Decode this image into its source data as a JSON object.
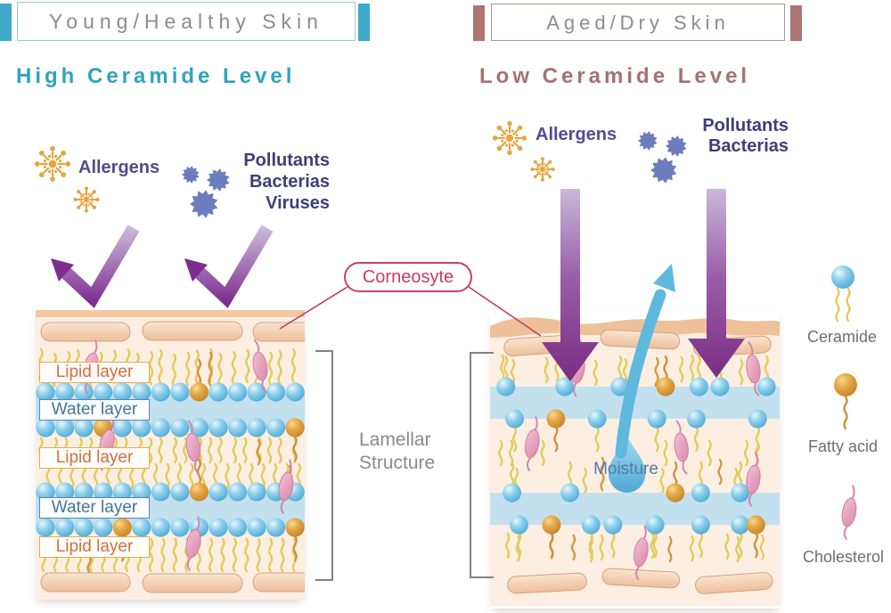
{
  "headers": {
    "left": {
      "title": "Young/Healthy Skin",
      "subtitle": "High Ceramide Level",
      "accent": "#3fa9c9",
      "subtitle_color": "#2fa3c0"
    },
    "right": {
      "title": "Aged/Dry Skin",
      "subtitle": "Low Ceramide Level",
      "accent": "#ad7474",
      "subtitle_color": "#a57171"
    }
  },
  "pathogens": {
    "left": {
      "allergens_label": "Allergens",
      "threat_lines": [
        "Pollutants",
        "Bacterias",
        "Viruses"
      ]
    },
    "right": {
      "allergens_label": "Allergens",
      "threat_lines": [
        "Pollutants",
        "Bacterias"
      ]
    }
  },
  "annotations": {
    "corneocyte_label": "Corneosyte",
    "lamellar_line1": "Lamellar",
    "lamellar_line2": "Structure",
    "moisture_label": "Moisture"
  },
  "left_diagram": {
    "labels": [
      "Lipid layer",
      "Water layer",
      "Lipid layer",
      "Water layer",
      "Lipid layer"
    ]
  },
  "legend": {
    "items": [
      {
        "name": "ceramide",
        "label": "Ceramide"
      },
      {
        "name": "fatty-acid",
        "label": "Fatty acid"
      },
      {
        "name": "cholesterol",
        "label": "Cholesterol"
      }
    ]
  },
  "colors": {
    "teal_accent": "#3fa9c9",
    "mauve_accent": "#ad7474",
    "gray_text": "#8c8c8c",
    "purple_text": "#564a8e",
    "navy_text": "#3f3d7d",
    "corneosyte_pink": "#c73c63",
    "allergen_orange": "#e5a43c",
    "virus_blue": "#6c7cbd",
    "arrow_purple_dark": "#7d2d8f",
    "arrow_purple_light": "#cdc1dd",
    "moisture_blue": "#5fb9dc",
    "skin_bg": "#fdeee2",
    "skin_strip": "#f5c7a0",
    "skin_strip_right": "#efc19b",
    "water_band": "#c3e0ef",
    "ball_blue": "#7cc7e6",
    "squiggle_yellow": "#e0cc58",
    "squiggle_dark": "#cf9a40",
    "fatty_tail": "#cf8f3a",
    "cholesterol_pink": "#e79ec0",
    "lipid_label_color": "#d2703d",
    "water_label_color": "#47759b"
  }
}
